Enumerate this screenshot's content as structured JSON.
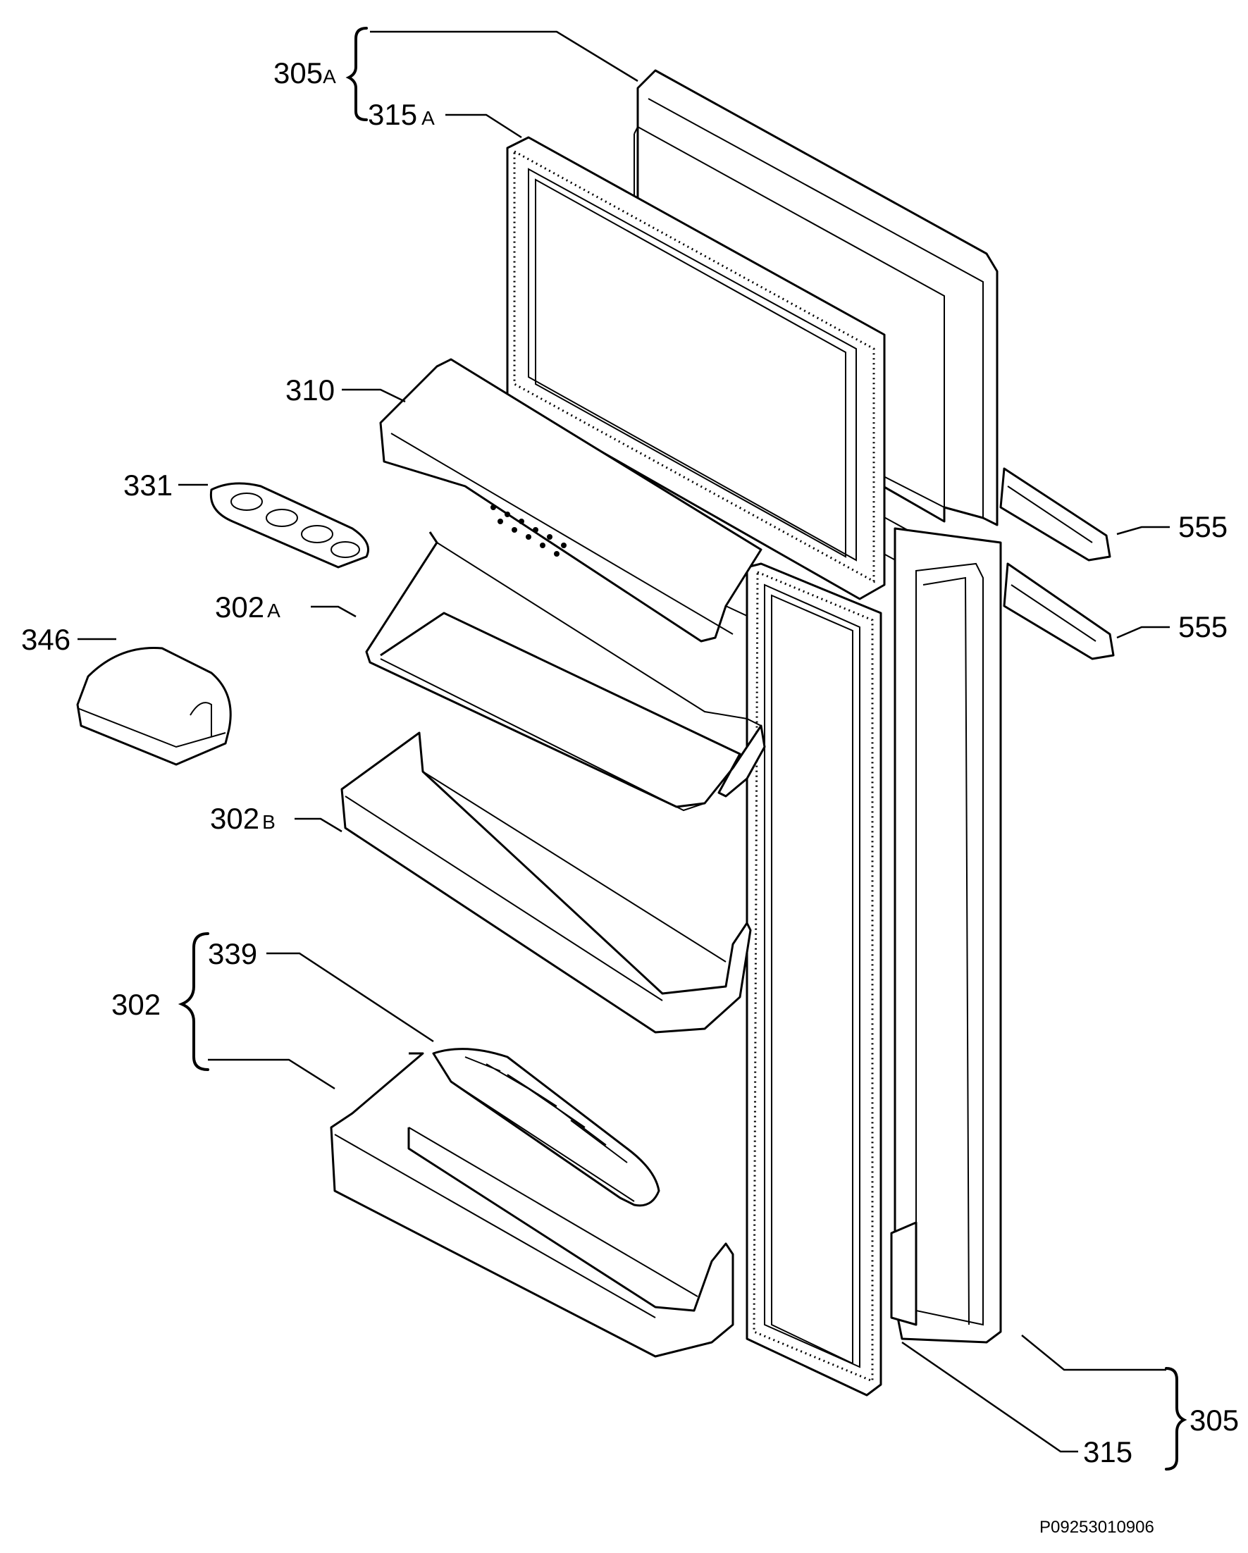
{
  "callouts": {
    "c305A": {
      "num": "305",
      "suffix": "A"
    },
    "c315A": {
      "num": "315",
      "suffix": "A"
    },
    "c310": {
      "num": "310"
    },
    "c331": {
      "num": "331"
    },
    "c302A": {
      "num": "302",
      "suffix": "A"
    },
    "c346": {
      "num": "346"
    },
    "c302B": {
      "num": "302",
      "suffix": "B"
    },
    "c339": {
      "num": "339"
    },
    "c302": {
      "num": "302"
    },
    "c555a": {
      "num": "555"
    },
    "c555b": {
      "num": "555"
    },
    "c305": {
      "num": "305"
    },
    "c315": {
      "num": "315"
    }
  },
  "drawing_code": "P09253010906"
}
